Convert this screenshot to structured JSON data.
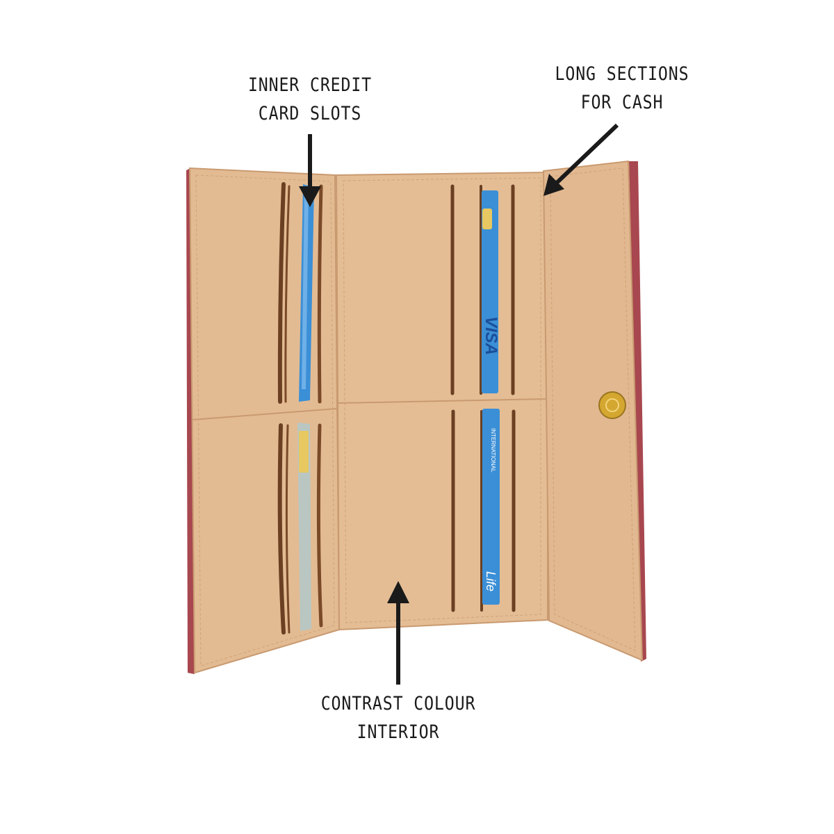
{
  "annotations": {
    "card_slots": {
      "line1": "INNER CREDIT",
      "line2": "CARD SLOTS"
    },
    "cash_sections": {
      "line1": "LONG SECTIONS",
      "line2": "FOR CASH"
    },
    "interior": {
      "line1": "CONTRAST COLOUR",
      "line2": "INTERIOR"
    }
  },
  "cards": {
    "visa_text": "VISA",
    "international_text": "INTERNATIONAL",
    "life_text": "Life"
  },
  "colors": {
    "interior": "#e1b890",
    "interior_shade": "#c99a70",
    "exterior": "#a8474f",
    "card_blue": "#3b8fd6",
    "clasp": "#d4a730",
    "ink": "#1a1a1a"
  }
}
